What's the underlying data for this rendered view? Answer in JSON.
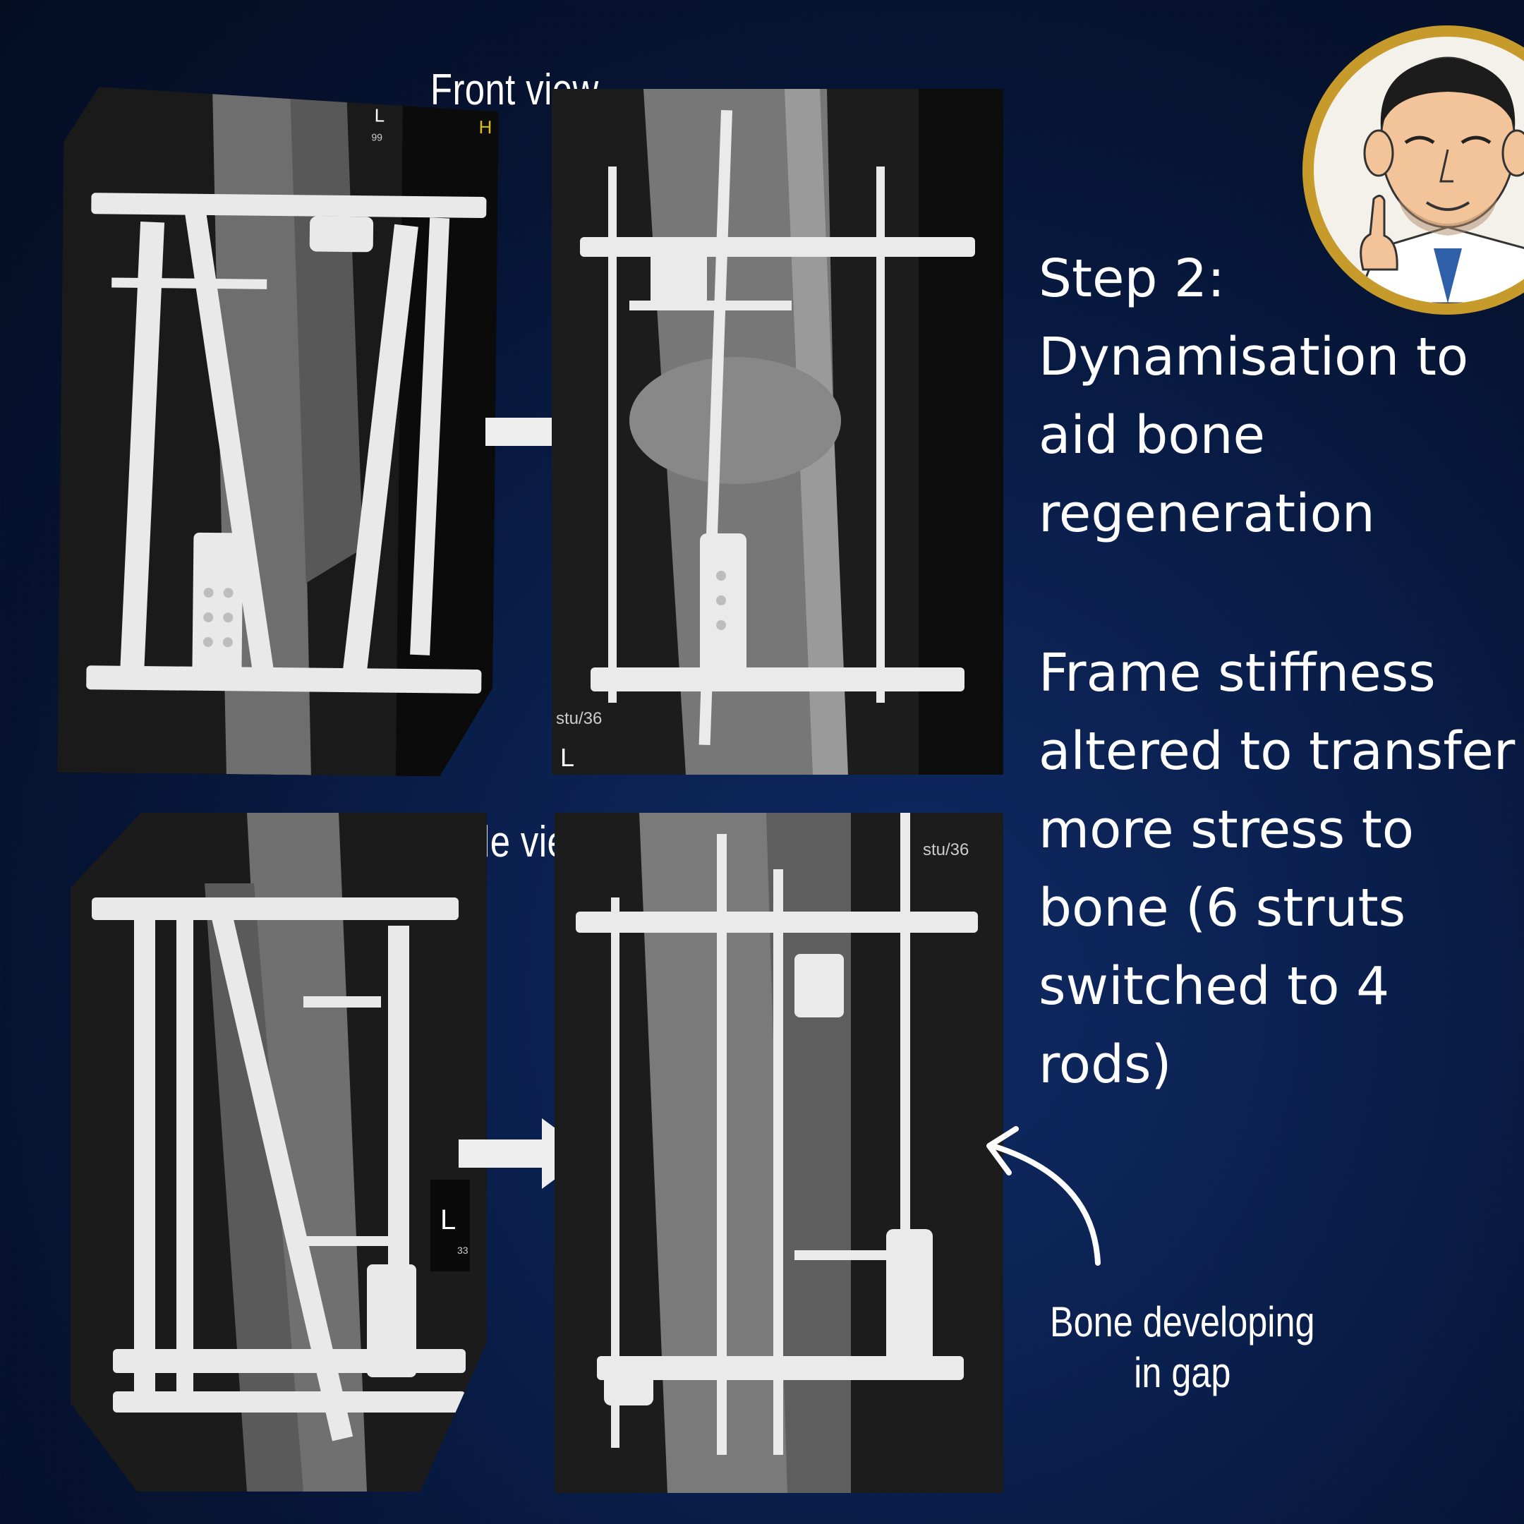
{
  "labels": {
    "front_view": "Front view",
    "side_view": "Side view"
  },
  "text_block": {
    "step_lines": [
      "Step 2:",
      "Dynamisation to",
      "aid bone",
      "regeneration"
    ],
    "body_lines": [
      "Frame stiffness",
      "altered to transfer",
      "more stress to",
      "bone (6 struts",
      "switched to 4",
      "rods)"
    ]
  },
  "annotation": {
    "line1": "Bone developing",
    "line2": "in gap"
  },
  "xray_markings": {
    "front_before_side_marker": "L",
    "front_before_number": "99",
    "front_before_edge_letter": "H",
    "front_after_code": "stu/36",
    "front_after_side_marker": "L",
    "side_before_side_marker": "L",
    "side_before_number": "33",
    "side_after_code": "stu/36"
  },
  "colors": {
    "background_dark": "#040d22",
    "background_mid": "#0f2a63",
    "avatar_ring": "#c79a2c",
    "text": "#ffffff",
    "arrow": "#eeeeee"
  }
}
